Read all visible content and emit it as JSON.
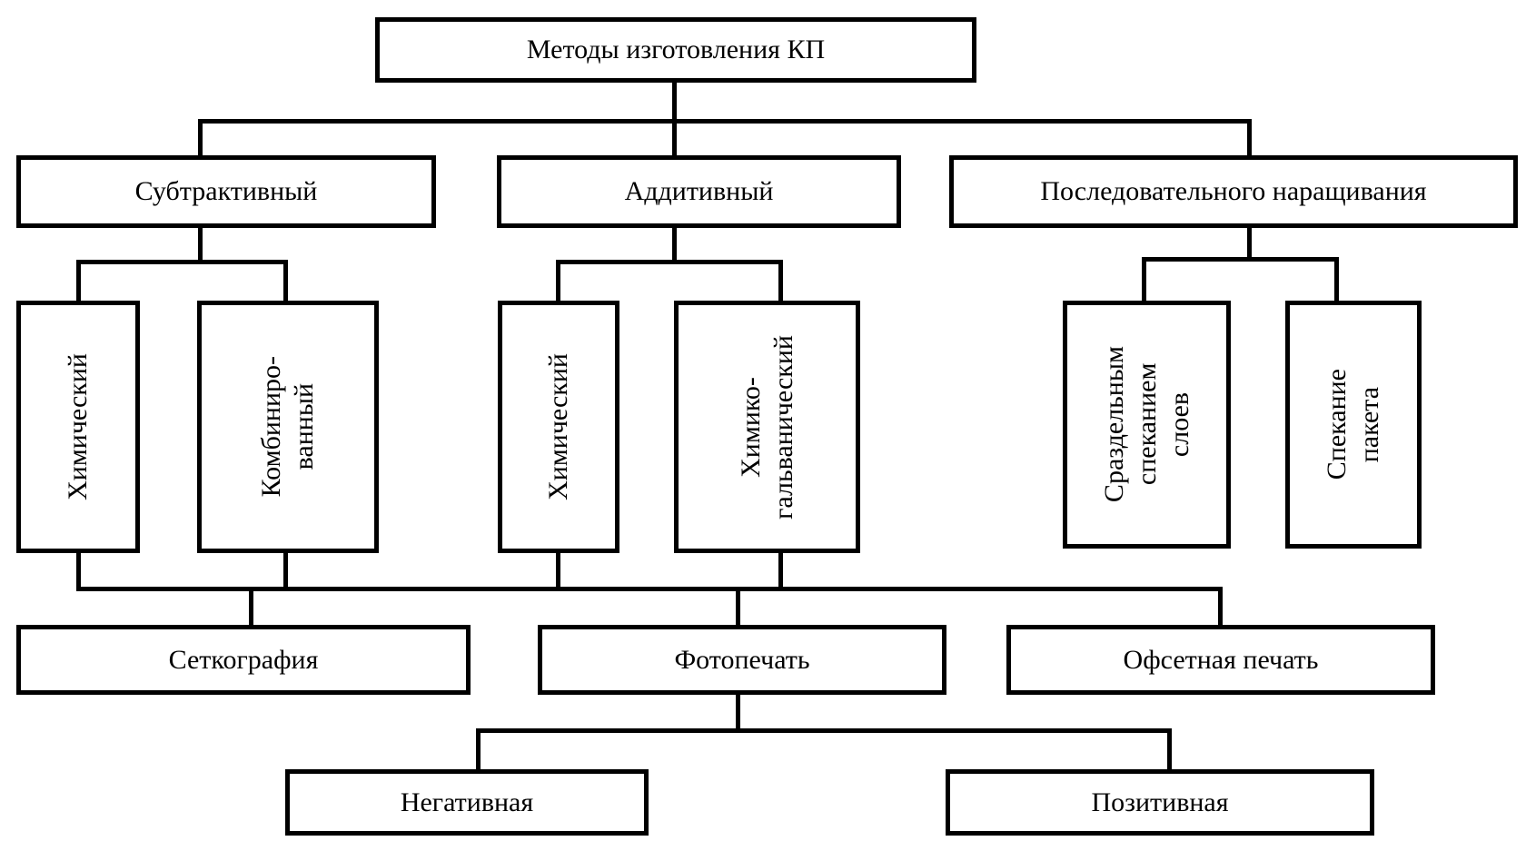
{
  "diagram": {
    "root": "Методы изготовления КП",
    "methods": {
      "subtractive": "Субтрактивный",
      "additive": "Аддитивный",
      "sequential": "Последовательного наращивания"
    },
    "subtypes": {
      "sub_chemical": "Химический",
      "sub_combined": "Комбиниро-\nванный",
      "add_chemical": "Химический",
      "add_chemgalv": "Химико-\nгальванический",
      "seq_separate": "Сраздельным\nспеканием\nслоев",
      "seq_package": "Спекание\nпакета"
    },
    "printing": {
      "screen": "Сеткография",
      "photo": "Фотопечать",
      "offset": "Офсетная печать"
    },
    "photo_types": {
      "negative": "Негативная",
      "positive": "Позитивная"
    }
  }
}
